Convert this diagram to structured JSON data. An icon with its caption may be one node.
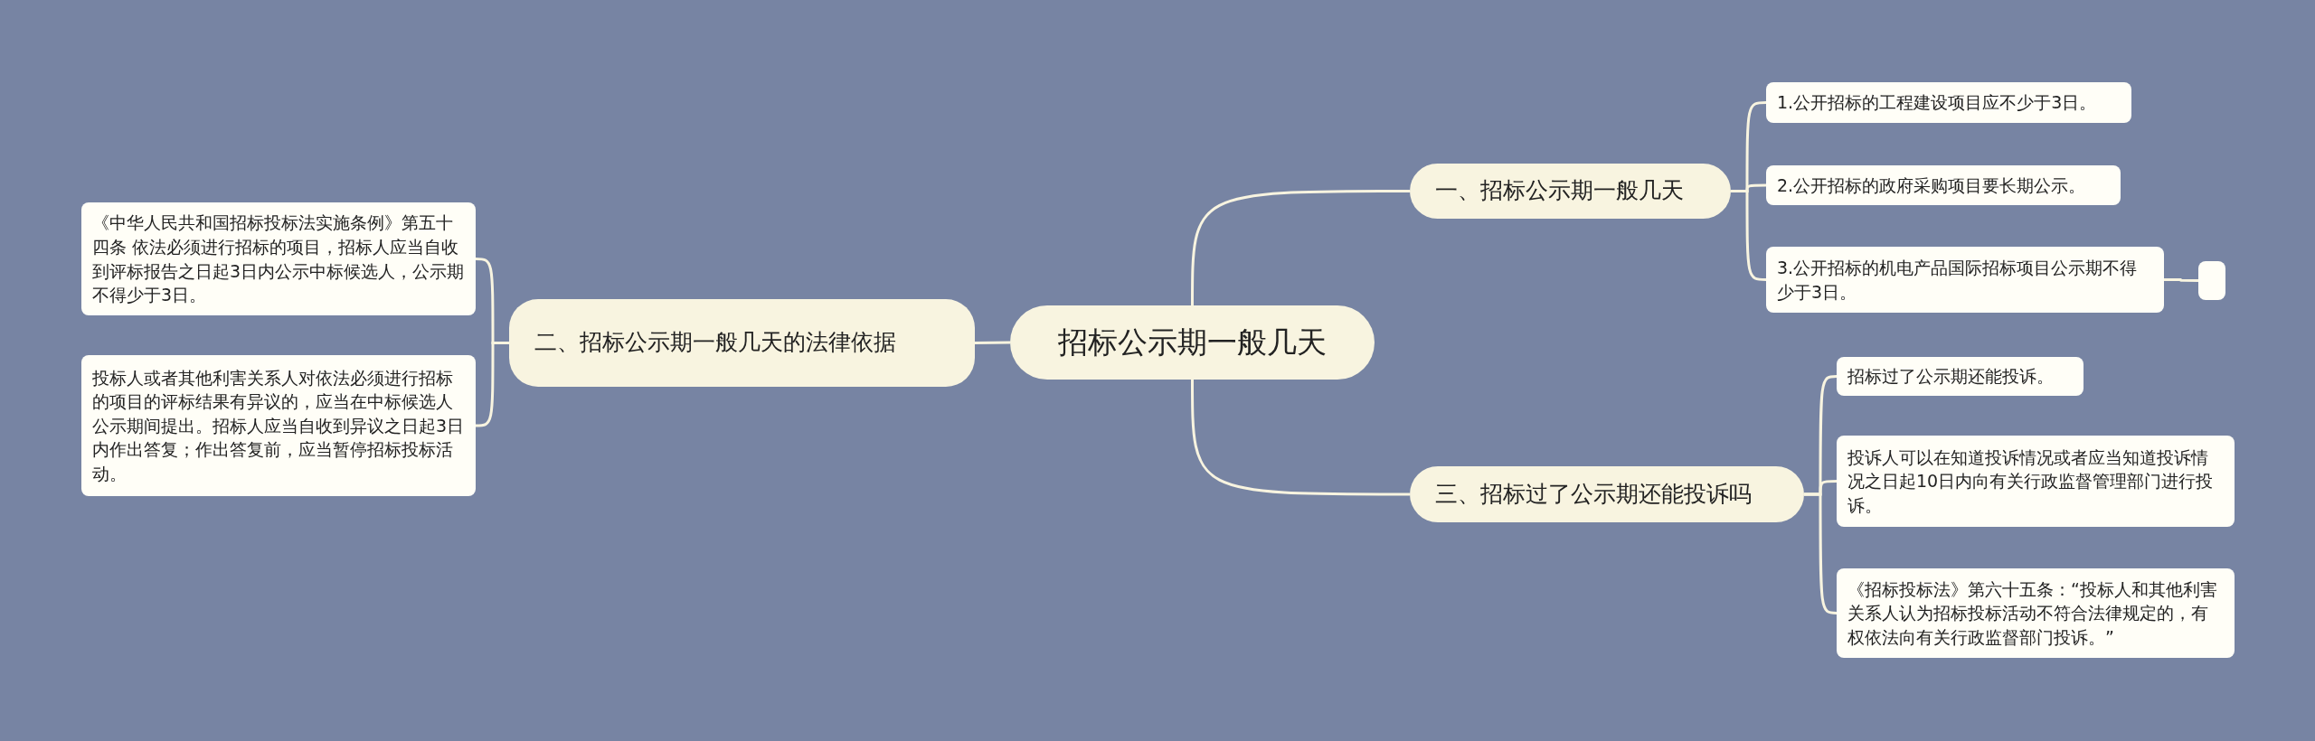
{
  "diagram": {
    "nodes": [
      {
        "text": [
          "招标公示期一般几天"
        ]
      },
      {
        "text": [
          "一、招标公示期一般几天"
        ]
      },
      {
        "text": [
          "1.公开招标的工程建设项目应不少于3日。"
        ]
      },
      {
        "text": [
          "2.公开招标的政府采购项目要长期公示。"
        ]
      },
      {
        "text": [
          "3.公开招标的机电产品国际招标项目公示期不得少于3日。"
        ]
      },
      {
        "text": [],
        "shape": "box"
      },
      {
        "text": [
          "二、招标公示期一般几天的法律依据"
        ]
      },
      {
        "text": [
          "《中华人民共和国招标投标法实施条例》第五十四条 依法必须进行招标的项目，招标人应当自收到评标报告之日起3日内公示中标候选人，公示期不得少于3日。"
        ]
      },
      {
        "text": [
          "投标人或者其他利害关系人对依法必须进行招标的项目的评标结果有异议的，应当在中标候选人公示期间提出。招标人应当自收到异议之日起3日内作出答复；作出答复前，应当暂停招标投标活动。"
        ]
      },
      {
        "text": [
          "三、招标过了公示期还能投诉吗"
        ]
      },
      {
        "text": [
          "招标过了公示期还能投诉。"
        ]
      },
      {
        "text": [
          "投诉人可以在知道投诉情况或者应当知道投诉情况之日起10日内向有关行政监督管理部门进行投诉。"
        ]
      },
      {
        "text": [
          "《招标投标法》第六十五条：“投标人和其他利害关系人认为招标投标活动不符合法律规定的，有权依法向有关行政监督部门投诉。”"
        ]
      }
    ],
    "edges": [
      {
        "from": 0,
        "to": 1,
        "arrow": "none"
      },
      {
        "from": 1,
        "to": 2,
        "arrow": "none"
      },
      {
        "from": 1,
        "to": 3,
        "arrow": "none"
      },
      {
        "from": 1,
        "to": 4,
        "arrow": "none"
      },
      {
        "from": 4,
        "to": 5,
        "arrow": "none"
      },
      {
        "from": 0,
        "to": 6,
        "arrow": "none"
      },
      {
        "from": 6,
        "to": 7,
        "arrow": "none"
      },
      {
        "from": 6,
        "to": 8,
        "arrow": "none"
      },
      {
        "from": 0,
        "to": 9,
        "arrow": "none"
      },
      {
        "from": 9,
        "to": 10,
        "arrow": "none"
      },
      {
        "from": 9,
        "to": 11,
        "arrow": "none"
      },
      {
        "from": 9,
        "to": 12,
        "arrow": "none"
      }
    ]
  }
}
